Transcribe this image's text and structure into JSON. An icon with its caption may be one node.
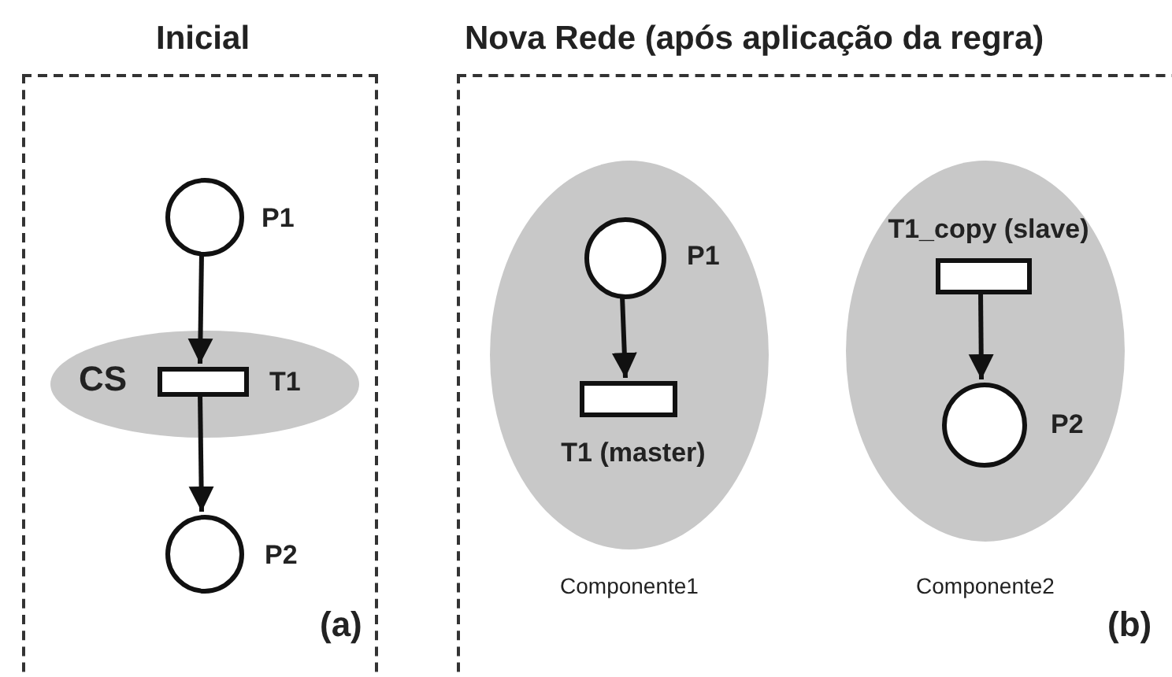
{
  "diagram": {
    "nodes": [
      {
        "text": [
          "Inicial"
        ]
      },
      {
        "text": [],
        "shape": "circle",
        "in": 0,
        "beside": [
          "P1"
        ]
      },
      {
        "text": [
          "CS"
        ],
        "in": 0
      },
      {
        "text": [],
        "shape": "box",
        "in": 2,
        "beside": [
          "T1"
        ]
      },
      {
        "text": [],
        "shape": "circle",
        "in": 0,
        "beside": [
          "P2"
        ]
      },
      {
        "text": [
          "Nova Rede (após aplicação da regra)"
        ]
      },
      {
        "text": [],
        "shape": "circle",
        "in": 5,
        "beside": [
          "Componente1"
        ]
      },
      {
        "text": [],
        "shape": "circle",
        "in": 6,
        "beside": [
          "P1"
        ]
      },
      {
        "text": [],
        "shape": "box",
        "in": 6,
        "beside": [
          "T1 (master)"
        ]
      },
      {
        "text": [],
        "shape": "circle",
        "in": 5,
        "beside": [
          "Componente2"
        ]
      },
      {
        "text": [],
        "shape": "box",
        "in": 9,
        "beside": [
          "T1_copy (slave)"
        ]
      },
      {
        "text": [],
        "shape": "circle",
        "in": 9,
        "beside": [
          "P2"
        ]
      }
    ],
    "edges": [
      {
        "from": 1,
        "to": 3,
        "arrow": "to"
      },
      {
        "from": 3,
        "to": 4,
        "arrow": "to"
      },
      {
        "from": 7,
        "to": 8,
        "arrow": "to"
      },
      {
        "from": 10,
        "to": 11,
        "arrow": "to"
      }
    ],
    "labels": [
      "(a)",
      "(b)"
    ]
  }
}
